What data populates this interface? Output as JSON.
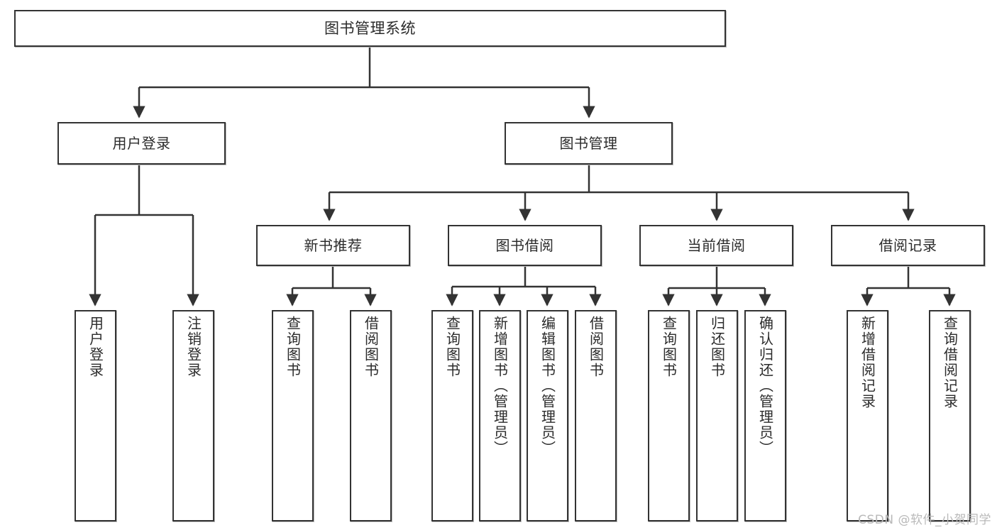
{
  "diagram": {
    "title": "图书管理系统",
    "style": {
      "box_border": "#333333",
      "box_fill": "#ffffff",
      "text_color": "#2b2b2b",
      "connector": "#333333",
      "watermark_color": "#b9b9b9",
      "background": "#ffffff"
    },
    "root": {
      "label": "图书管理系统"
    },
    "level2": [
      {
        "label": "用户登录"
      },
      {
        "label": "图书管理"
      }
    ],
    "level3": [
      {
        "label": "新书推荐"
      },
      {
        "label": "图书借阅"
      },
      {
        "label": "当前借阅"
      },
      {
        "label": "借阅记录"
      }
    ],
    "leaves": {
      "user_login": [
        {
          "label": "用户登录"
        },
        {
          "label": "注销登录"
        }
      ],
      "new_book_recommend": [
        {
          "label": "查询图书"
        },
        {
          "label": "借阅图书"
        }
      ],
      "book_borrow": [
        {
          "label": "查询图书"
        },
        {
          "label": "新增图书（管理员）"
        },
        {
          "label": "编辑图书（管理员）"
        },
        {
          "label": "借阅图书"
        }
      ],
      "current_borrow": [
        {
          "label": "查询图书"
        },
        {
          "label": "归还图书"
        },
        {
          "label": "确认归还（管理员）"
        }
      ],
      "borrow_record": [
        {
          "label": "新增借阅记录"
        },
        {
          "label": "查询借阅记录"
        }
      ]
    }
  },
  "watermark": {
    "text": "CSDN @软件_小贺同学"
  }
}
